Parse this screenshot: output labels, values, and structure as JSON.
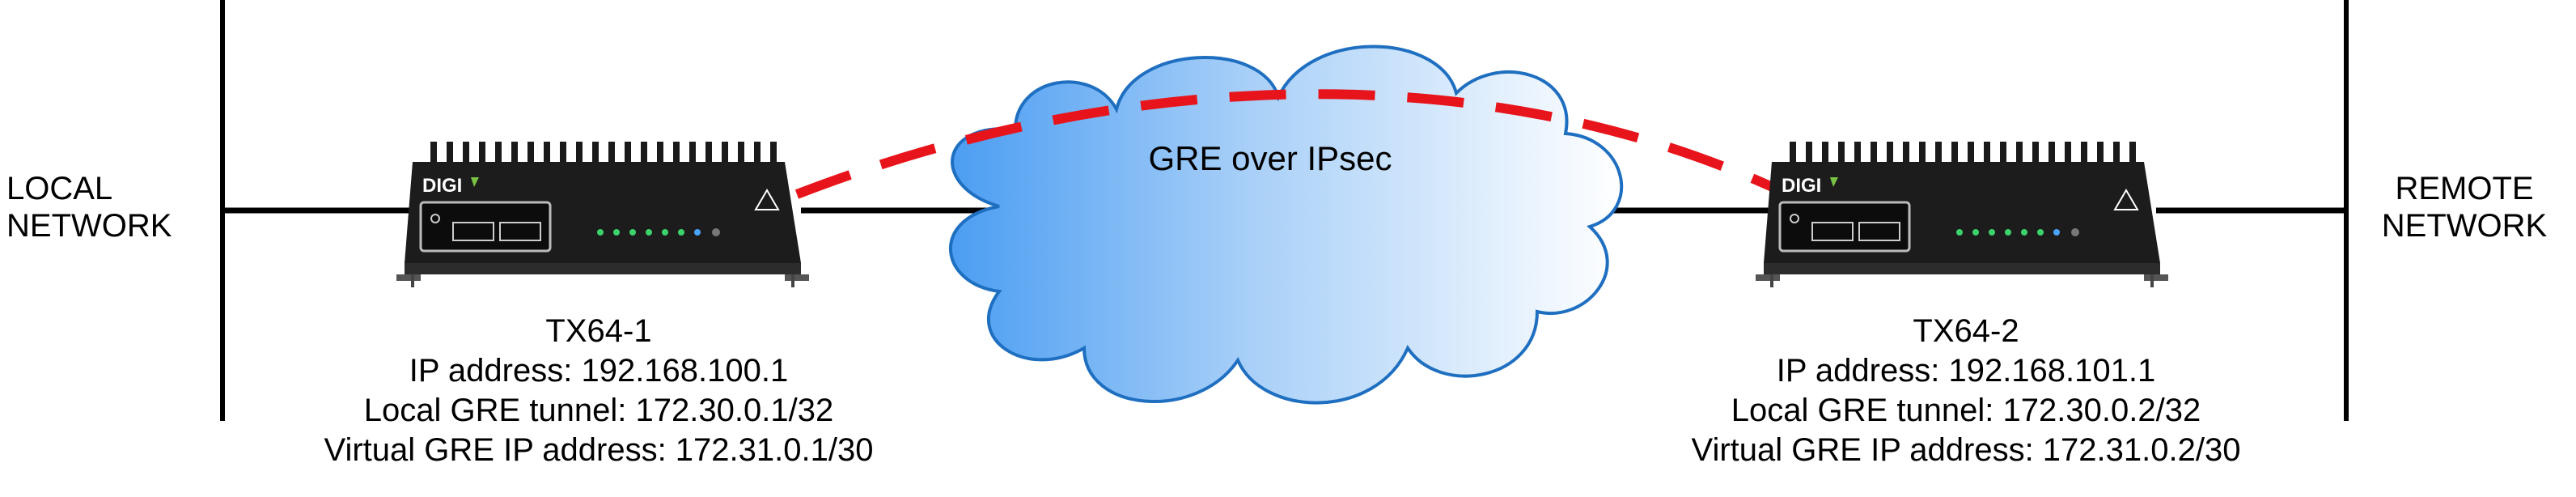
{
  "local_network": {
    "line1": "LOCAL",
    "line2": "NETWORK"
  },
  "remote_network": {
    "line1": "REMOTE",
    "line2": "NETWORK"
  },
  "cloud": {
    "label": "GRE over IPsec"
  },
  "device_brand": "DIGI",
  "router1": {
    "name": "TX64-1",
    "ip": "IP address: 192.168.100.1",
    "local_gre": "Local GRE tunnel: 172.30.0.1/32",
    "virtual_gre": "Virtual GRE IP address: 172.31.0.1/30"
  },
  "router2": {
    "name": "TX64-2",
    "ip": "IP address: 192.168.101.1",
    "local_gre": "Local GRE tunnel: 172.30.0.2/32",
    "virtual_gre": "Virtual GRE IP address: 172.31.0.2/30"
  },
  "colors": {
    "tunnel": "#e8141b",
    "cloud_start": "#4a9bf0",
    "cloud_end": "#ffffff",
    "cloud_stroke": "#1f6fc1",
    "line": "#000000",
    "device": "#1c1c1c"
  }
}
